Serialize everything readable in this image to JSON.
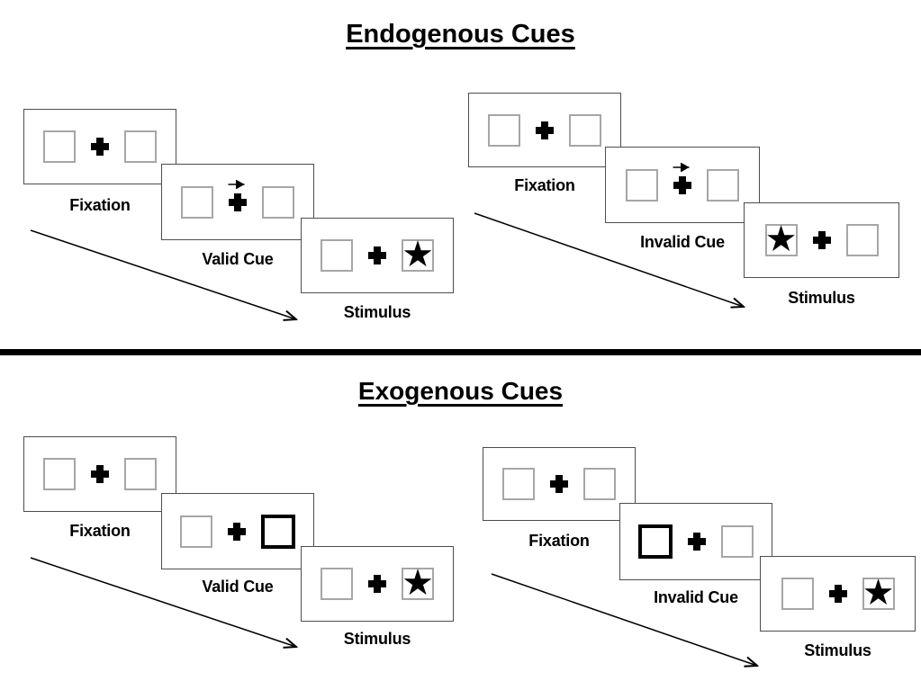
{
  "page": {
    "background": "#ffffff"
  },
  "sections": [
    {
      "title": "Endogenous Cues",
      "sequences": [
        {
          "name": "valid",
          "frames": [
            {
              "label": "Fixation",
              "cue": "none",
              "star": "none"
            },
            {
              "label": "Valid Cue",
              "cue": "arrow-right",
              "star": "none"
            },
            {
              "label": "Stimulus",
              "cue": "none",
              "star": "right"
            }
          ]
        },
        {
          "name": "invalid",
          "frames": [
            {
              "label": "Fixation",
              "cue": "none",
              "star": "none"
            },
            {
              "label": "Invalid Cue",
              "cue": "arrow-right",
              "star": "none"
            },
            {
              "label": "Stimulus",
              "cue": "none",
              "star": "left"
            }
          ]
        }
      ]
    },
    {
      "title": "Exogenous Cues",
      "sequences": [
        {
          "name": "valid",
          "frames": [
            {
              "label": "Fixation",
              "cue": "none",
              "star": "none"
            },
            {
              "label": "Valid Cue",
              "cue": "bold-box-right",
              "star": "none"
            },
            {
              "label": "Stimulus",
              "cue": "none",
              "star": "right"
            }
          ]
        },
        {
          "name": "invalid",
          "frames": [
            {
              "label": "Fixation",
              "cue": "none",
              "star": "none"
            },
            {
              "label": "Invalid Cue",
              "cue": "bold-box-left",
              "star": "none"
            },
            {
              "label": "Stimulus",
              "cue": "none",
              "star": "right"
            }
          ]
        }
      ]
    }
  ],
  "icons": {
    "star_glyph": "★"
  },
  "colors": {
    "box_border": "#a6a6a6",
    "panel_border": "#4d4d4d",
    "ink": "#000000"
  }
}
